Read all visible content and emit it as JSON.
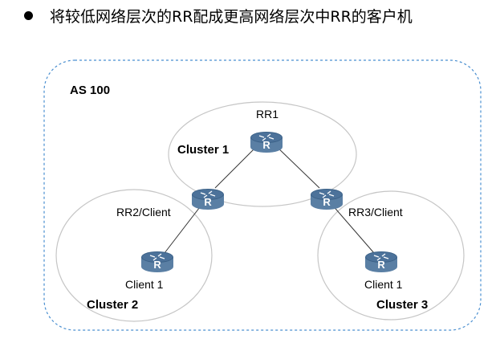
{
  "title": "将较低网络层次的RR配成更高网络层次中RR的客户机",
  "as_label": "AS 100",
  "clusters": [
    {
      "label": "Cluster 1"
    },
    {
      "label": "Cluster 2"
    },
    {
      "label": "Cluster 3"
    }
  ],
  "routers": [
    {
      "label": "RR1",
      "icon": "router-icon"
    },
    {
      "label": "RR2/Client",
      "icon": "router-icon"
    },
    {
      "label": "RR3/Client",
      "icon": "router-icon"
    },
    {
      "label": "Client 1",
      "icon": "router-icon"
    },
    {
      "label": "Client 1",
      "icon": "router-icon"
    }
  ],
  "colors": {
    "as_border": "#4a8fd0",
    "ellipse": "#c6c6c6",
    "router_body": "#5a7fa4",
    "router_top": "#3c6288"
  }
}
